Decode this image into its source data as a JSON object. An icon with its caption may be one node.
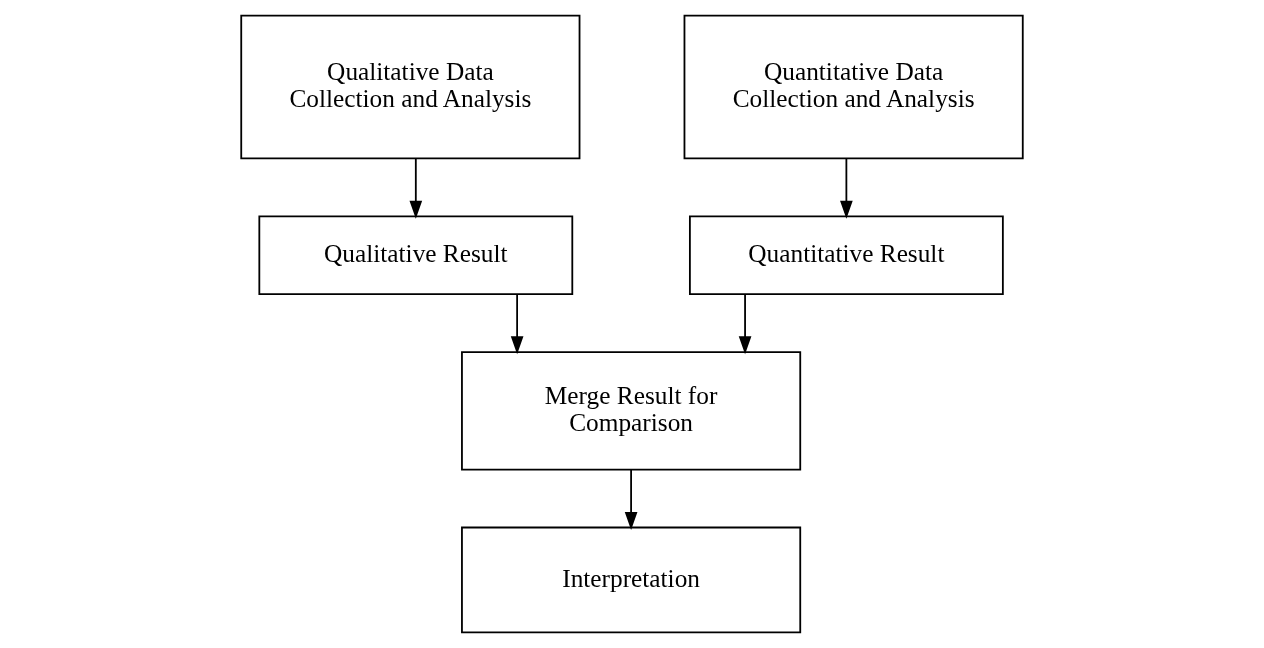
{
  "diagram": {
    "nodes": [
      {
        "text": [
          "Qualitative Data Collection and Analysis"
        ]
      },
      {
        "text": [
          "Quantitative Data Collection and Analysis"
        ]
      },
      {
        "text": [
          "Qualitative Result"
        ]
      },
      {
        "text": [
          "Quantitative Result"
        ]
      },
      {
        "text": [
          "Merge Result for Comparison"
        ]
      },
      {
        "text": [
          "Interpretation"
        ]
      }
    ],
    "edges": [
      {
        "from": 0,
        "to": 2,
        "arrow": "to"
      },
      {
        "from": 1,
        "to": 3,
        "arrow": "to"
      },
      {
        "from": 2,
        "to": 4,
        "arrow": "to"
      },
      {
        "from": 3,
        "to": 4,
        "arrow": "to"
      },
      {
        "from": 4,
        "to": 5,
        "arrow": "to"
      }
    ]
  }
}
